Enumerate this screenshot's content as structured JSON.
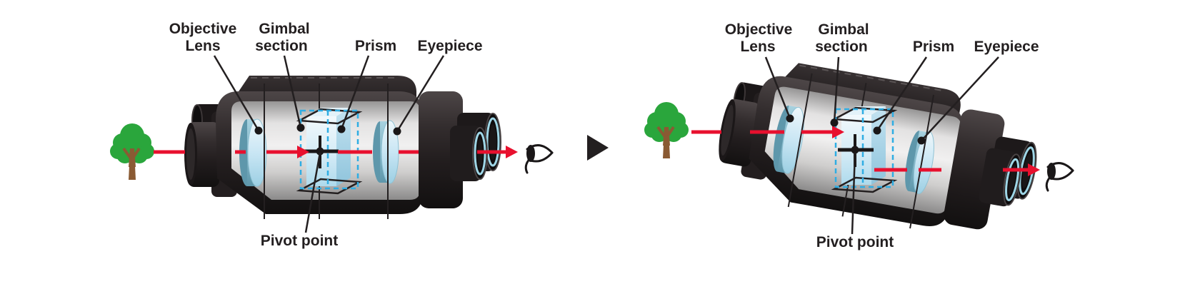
{
  "figure": {
    "description": "Gimbal-stabilized binoculars cutaway diagram, level (left) and tilted (right) panels",
    "labels": {
      "objective_lens_line1": "Objective",
      "objective_lens_line2": "Lens",
      "gimbal_section_line1": "Gimbal",
      "gimbal_section_line2": "section",
      "prism": "Prism",
      "eyepiece": "Eyepiece",
      "pivot_point": "Pivot point"
    },
    "icons": {
      "tree": "tree-icon",
      "eye": "eye-icon",
      "separator": "right-triangle-icon",
      "light_path": "red-arrow"
    },
    "colors": {
      "light_path_red": "#e8102e",
      "gimbal_dash_cyan": "#2fade3",
      "tree_green": "#2aa63c",
      "tree_trunk_brown": "#8a5a33",
      "label_text": "#231f20",
      "body_dark": "#2b2627",
      "lens_blue": "#cfe9f5"
    }
  }
}
